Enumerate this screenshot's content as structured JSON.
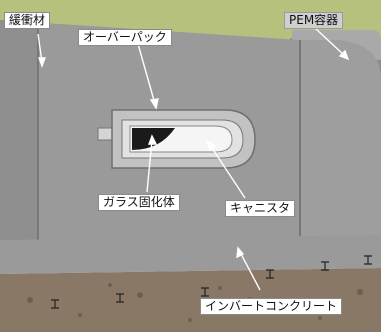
{
  "labels": {
    "buffer": "緩衝材",
    "pem_container": "PEM容器",
    "overpack": "オーバーパック",
    "vitrified_waste": "ガラス固化体",
    "canister": "キャニスタ",
    "invert_concrete": "インバートコンクリート"
  },
  "colors": {
    "sky": "#b6c17e",
    "buffer_face": "#9a9a9a",
    "pem_body": "#8c8c8c",
    "pem_front": "#bdbdbd",
    "invert_concrete": "#8a8a8a",
    "rock": "#8b7766",
    "overpack": "#b8b8b8",
    "canister_dark": "#1a1a1a",
    "label_bg": "#ffffff"
  }
}
